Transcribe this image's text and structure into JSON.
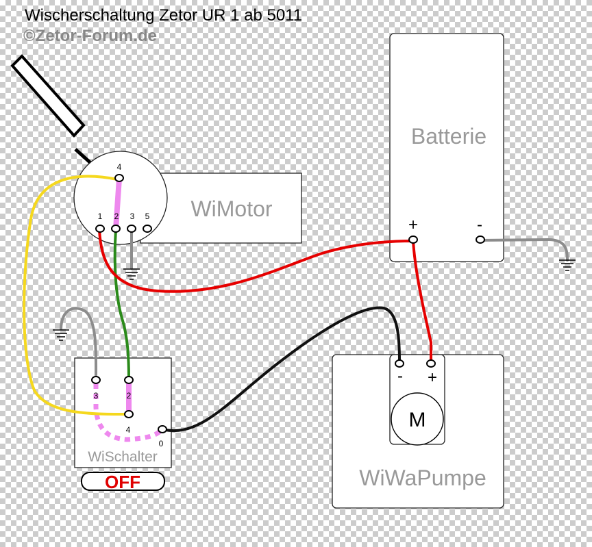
{
  "title": "Wischerschaltung Zetor UR 1 ab 5011",
  "credit": "©Zetor-Forum.de",
  "components": {
    "motor": {
      "label": "WiMotor",
      "terminals": [
        "4",
        "1",
        "2",
        "3",
        "5"
      ]
    },
    "battery": {
      "label": "Batterie",
      "plus": "+",
      "minus": "-"
    },
    "switch": {
      "label": "WiSchalter",
      "terminals": [
        "3",
        "2",
        "4",
        "0"
      ],
      "state": "OFF"
    },
    "pump": {
      "label": "WiWaPumpe",
      "symbol": "M",
      "minus": "-",
      "plus": "+"
    }
  },
  "colors": {
    "red": "#e60000",
    "black": "#111111",
    "yellow": "#f5d81e",
    "green": "#2a8a1a",
    "gray": "#8c8c8c",
    "pink": "#ee88ee"
  }
}
